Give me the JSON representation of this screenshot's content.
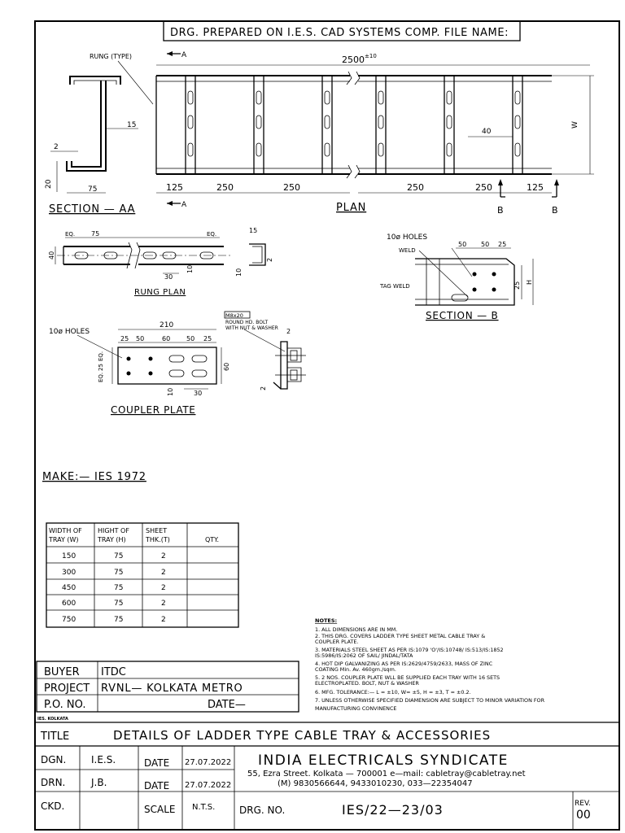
{
  "header_note": "DRG. PREPARED ON I.E.S. CAD SYSTEMS COMP. FILE NAME:",
  "section_aa": {
    "title": "SECTION — AA",
    "rung_label": "RUNG (TYPE)",
    "dims": [
      "15",
      "2",
      "20",
      "75"
    ]
  },
  "plan": {
    "title": "PLAN",
    "length": "2500",
    "length_tol": "±10",
    "section_marks": [
      "A",
      "A",
      "B",
      "B"
    ],
    "bottom_dims": [
      "125",
      "250",
      "250",
      "250",
      "250",
      "125"
    ],
    "inner_dim": "40",
    "width_mark": "W"
  },
  "rung_plan": {
    "title": "RUNG PLAN",
    "dims": [
      "EQ.",
      "75",
      "EQ.",
      "40",
      "30",
      "10",
      "15",
      "2",
      "10"
    ]
  },
  "section_b": {
    "title": "SECTION — B",
    "holes": "10ø HOLES",
    "weld": "WELD",
    "tag_weld": "TAG WELD",
    "dims": [
      "50",
      "50",
      "25",
      "25",
      "H"
    ]
  },
  "coupler_plate": {
    "title": "COUPLER PLATE",
    "holes": "10ø HOLES",
    "bolt_note": [
      "M8x20",
      "ROUND HD. BOLT",
      "WITH NUT & WASHER"
    ],
    "dims_top": [
      "210",
      "25",
      "50",
      "60",
      "50",
      "25"
    ],
    "dims_left": [
      "EQ.",
      "25",
      "EQ."
    ],
    "dims_right": "60",
    "dims_bottom": [
      "10",
      "30"
    ],
    "side_dims": [
      "2",
      "2"
    ]
  },
  "make": "MAKE:— IES 1972",
  "spec_table": {
    "headers": [
      [
        "WIDTH OF",
        "TRAY (W)"
      ],
      [
        "HIGHT OF",
        "TRAY (H)"
      ],
      [
        "SHEET",
        "THK.(T)"
      ],
      [
        "QTY.",
        ""
      ]
    ],
    "rows": [
      [
        "150",
        "75",
        "2",
        ""
      ],
      [
        "300",
        "75",
        "2",
        ""
      ],
      [
        "450",
        "75",
        "2",
        ""
      ],
      [
        "600",
        "75",
        "2",
        ""
      ],
      [
        "750",
        "75",
        "2",
        ""
      ]
    ]
  },
  "notes": {
    "heading": "NOTES:",
    "lines": [
      "1. ALL DIMENSIONS ARE IN MM.",
      "2. THIS DRG. COVERS LADDER TYPE SHEET METAL CABLE TRAY &",
      "    COUPLER PLATE.",
      "3. MATERIALS STEEL SHEET AS PER IS:1079 'O'/IS:10748/ IS:513/IS:1852",
      "    IS:5986/IS:2062 OF SAIL/ JINDAL/TATA",
      "4. HOT DIP GALVANIZING AS PER IS:2629/4759/2633, MASS OF ZINC",
      "    COATING Min. Av. 460gm./sqm.",
      "5. 2 NOS. COUPLER PLATE WLL BE SUPPLIED EACH TRAY WITH 16 SETS",
      "    ELECTROPLATED. BOLT, NUT & WASHER",
      "6. MFG. TOLERANCE:— L = ±10, W= ±5, H = ±3, T = ±0.2.",
      "7. UNLESS OTHERWISE SPECIFIED DIAMENSION ARE SUBJECT TO MINOR VARIATION FOR",
      "    MANUFACTURING CONVINENCE"
    ]
  },
  "buyer_block": {
    "rows": [
      {
        "label": "BUYER",
        "value": "ITDC",
        "extra": ""
      },
      {
        "label": "PROJECT",
        "value": "RVNL— KOLKATA METRO",
        "extra": ""
      },
      {
        "label": "P.O. NO.",
        "value": "",
        "extra": "DATE—"
      }
    ],
    "small_tag": "IES. KOLKATA"
  },
  "title_block": {
    "title_label": "TITLE",
    "title_text": "DETAILS OF LADDER TYPE CABLE TRAY & ACCESSORIES",
    "rows": [
      {
        "label": "DGN.",
        "by": "I.E.S.",
        "date_label": "DATE",
        "date": "27.07.2022"
      },
      {
        "label": "DRN.",
        "by": "J.B.",
        "date_label": "DATE",
        "date": "27.07.2022"
      },
      {
        "label": "CKD.",
        "by": "",
        "date_label": "SCALE",
        "date": "N.T.S."
      }
    ],
    "company": "INDIA ELECTRICALS SYNDICATE",
    "address": "55, Ezra Street. Kolkata — 700001 e—mail: cabletray@cabletray.net",
    "phones": "(M) 9830566644, 9433010230, 033—22354047",
    "drg_no_label": "DRG. NO.",
    "drg_no": "IES/22—23/03",
    "rev_label": "REV.",
    "rev": "00"
  }
}
